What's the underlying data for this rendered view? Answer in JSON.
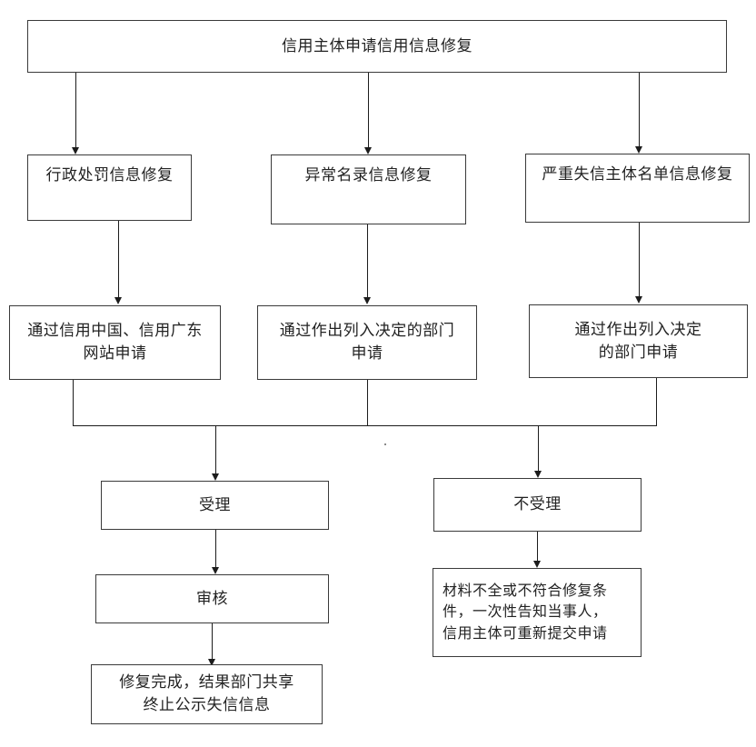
{
  "diagram": {
    "title": "信用主体申请信用信息修复",
    "background_color": "#ffffff",
    "line_color": "#1c1c1c",
    "box_border_color": "#3a3a3a",
    "text_color": "#222222"
  },
  "nodes": {
    "root": {
      "label": "信用主体申请信用信息修复"
    },
    "type_admin_penalty": {
      "label": "行政处罚信息修复"
    },
    "type_abnormal_list": {
      "label": "异常名录信息修复"
    },
    "type_serious_dishonest": {
      "label": "严重失信主体名单信息修复"
    },
    "channel_website": {
      "label": "通过信用中国、信用广东\n网站申请"
    },
    "channel_dept_mid": {
      "label": "通过作出列入决定的部门\n申请"
    },
    "channel_dept_right": {
      "label": "通过作出列入决定\n的部门申请"
    },
    "accept": {
      "label": "受理"
    },
    "reject": {
      "label": "不受理"
    },
    "review": {
      "label": "审核"
    },
    "reject_detail": {
      "label": "材料不全或不符合修复条\n件，一次性告知当事人，\n信用主体可重新提交申请"
    },
    "complete": {
      "label": "修复完成，结果部门共享\n终止公示失信信息"
    }
  },
  "connectors": [
    {
      "name": "root-to-admin-penalty",
      "kind": "arrow-down"
    },
    {
      "name": "root-to-abnormal-list",
      "kind": "arrow-down"
    },
    {
      "name": "root-to-serious-dishonest",
      "kind": "arrow-down"
    },
    {
      "name": "admin-penalty-to-website",
      "kind": "arrow-down"
    },
    {
      "name": "abnormal-list-to-dept-mid",
      "kind": "arrow-down"
    },
    {
      "name": "serious-dishonest-to-dept-right",
      "kind": "arrow-down"
    },
    {
      "name": "channels-merge-bus",
      "kind": "horizontal-bus"
    },
    {
      "name": "bus-to-accept",
      "kind": "arrow-down"
    },
    {
      "name": "bus-to-reject",
      "kind": "arrow-down"
    },
    {
      "name": "accept-to-review",
      "kind": "arrow-down"
    },
    {
      "name": "review-to-complete",
      "kind": "arrow-down"
    },
    {
      "name": "reject-to-reject-detail",
      "kind": "arrow-down"
    }
  ]
}
